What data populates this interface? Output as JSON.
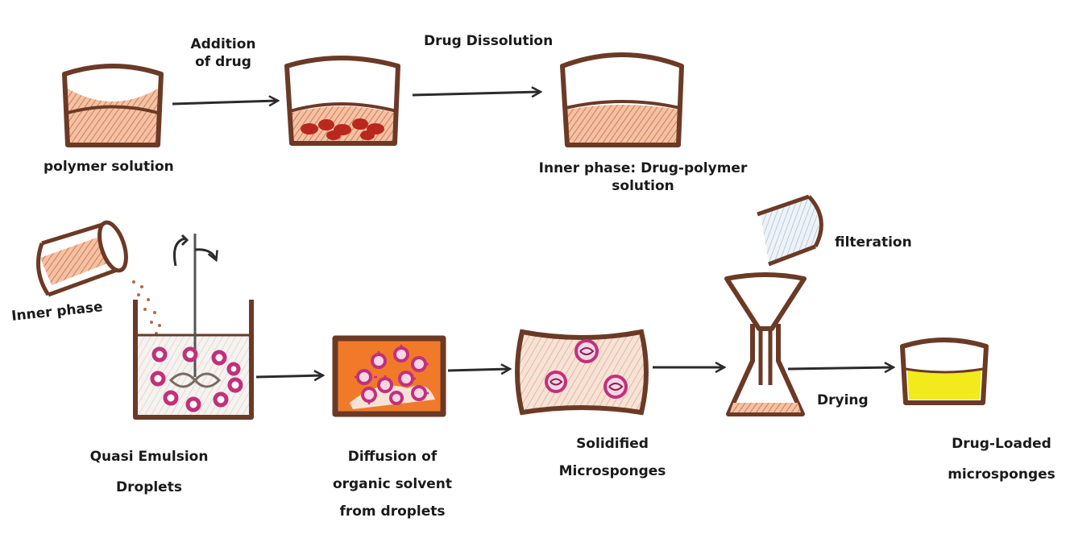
{
  "labels": {
    "polymer_solution": "polymer solution",
    "addition_of_drug": [
      "Addition",
      "of drug"
    ],
    "drug_dissolution": "Drug Dissolution",
    "inner_phase_solution": [
      "Inner phase: Drug-polymer",
      "solution"
    ],
    "inner_phase": "Inner phase",
    "filteration": "filteration",
    "drying": "Drying",
    "quasi_emulsion": [
      "Quasi Emulsion",
      "Droplets"
    ],
    "diffusion": [
      "Diffusion of",
      "organic solvent",
      "from droplets"
    ],
    "solidified": [
      "Solidified",
      "Microsponges"
    ],
    "drug_loaded": [
      "Drug-Loaded",
      "microsponges"
    ]
  },
  "colors": {
    "outline": "#6b3a26",
    "arrow": "#2b2b2b",
    "liquid_orange": "#e8a07a",
    "bright_orange": "#f07a2a",
    "droplet_magenta": "#c2307a",
    "drug_red": "#b8281e",
    "yellow": "#f2ea1a",
    "filter_blue": "#bcd3e6"
  }
}
